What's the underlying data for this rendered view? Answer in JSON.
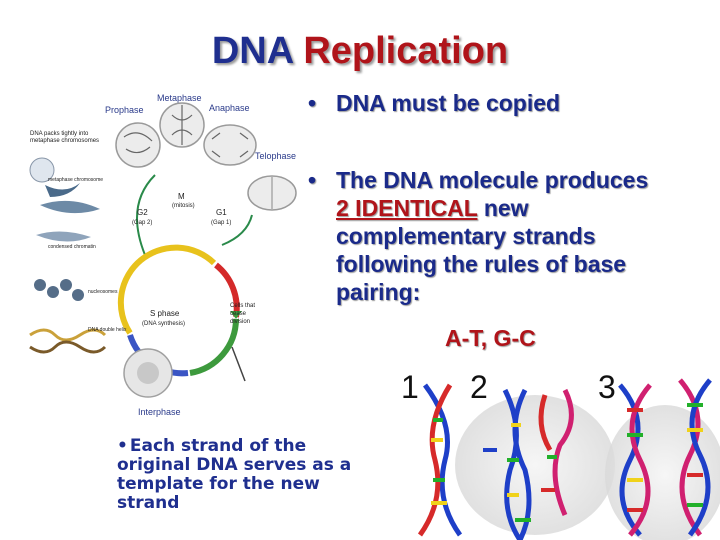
{
  "slide": {
    "title_part1": "DNA",
    "title_part2": "Replication",
    "bullet1": "DNA must be copied",
    "bullet2_line1": "The DNA molecule produces",
    "bullet2_underlined": "2 IDENTICAL",
    "bullet2_line2_rest": " new",
    "bullet2_line3": "complementary strands",
    "bullet2_line4": "following the rules of base",
    "bullet2_line5": "pairing:",
    "base_pairs": "A-T, G-C",
    "note_bullet": "•",
    "note_text": "Each strand of the original DNA serves as a template for the new strand"
  },
  "cell_cycle_figure": {
    "phases": [
      "Prophase",
      "Metaphase",
      "Anaphase",
      "Telophase",
      "Interphase"
    ],
    "cycle_labels": [
      "M",
      "(mitosis)",
      "G2",
      "(Gap 2)",
      "G1",
      "(Gap 1)",
      "S phase",
      "(DNA synthesis)",
      "Cells that cease division"
    ],
    "chromosome_labels": [
      "DNA packs tightly into metaphase chromosomes",
      "metaphase chromosome",
      "condensed chromatin",
      "nucleosomes",
      "DNA double helix"
    ]
  },
  "strand_figure": {
    "numbers": [
      "1",
      "2",
      "3"
    ]
  },
  "colors": {
    "title_blue": "#1f2f8f",
    "title_red": "#b0141a",
    "cycle_red": "#d42a2a",
    "cycle_blue": "#3a55c4",
    "cycle_green": "#3d9a3d",
    "cycle_yellow": "#e8c21c",
    "backbone_blue": "#1e3fc8",
    "backbone_red": "#d62a2a",
    "backbone_magenta": "#d02070",
    "base_green": "#22b02a",
    "base_yellow": "#f0d21a"
  }
}
